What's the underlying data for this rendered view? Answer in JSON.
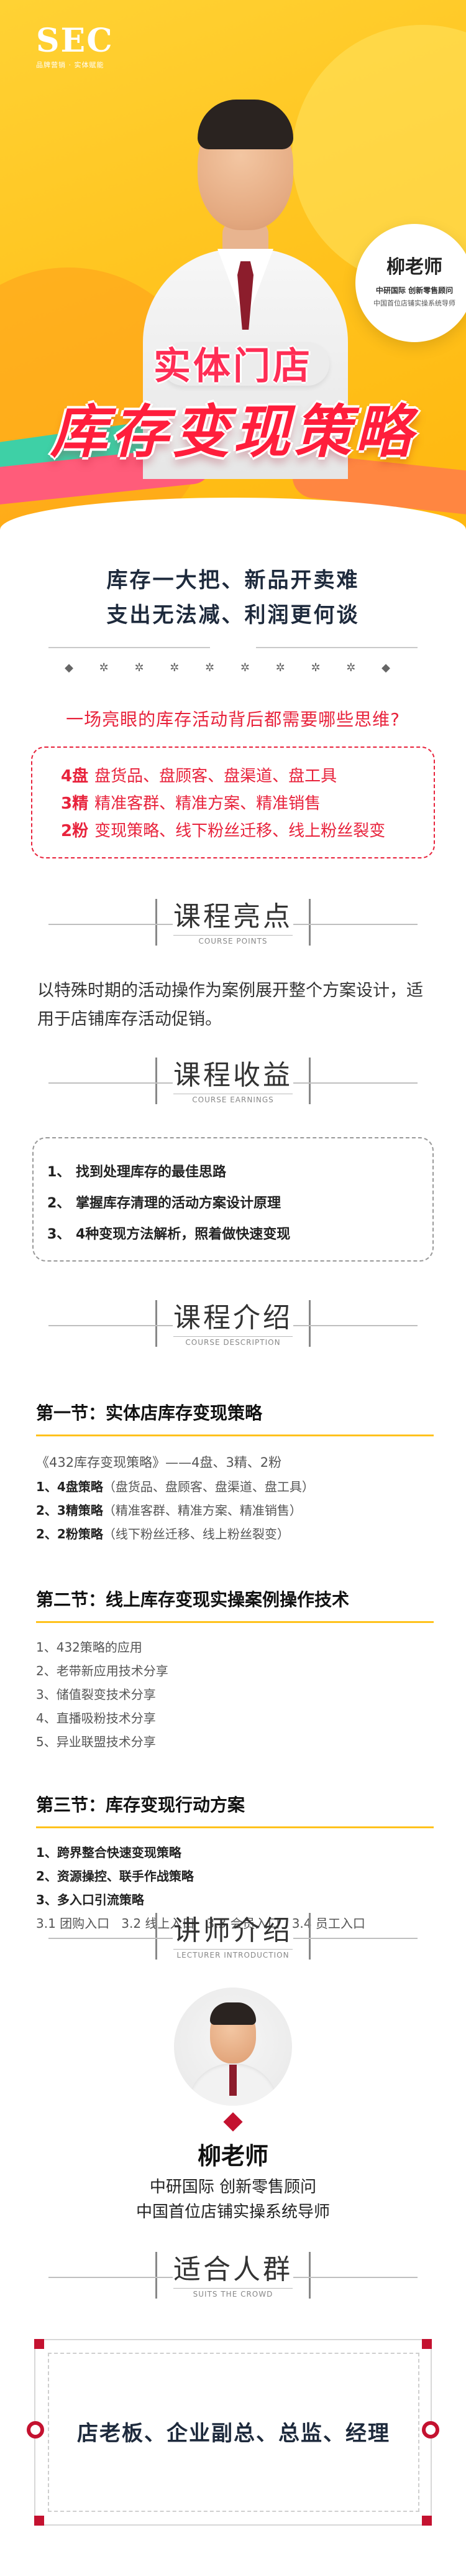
{
  "brand": {
    "logo": "SEC",
    "tagline": "品牌营销 · 实体赋能"
  },
  "hero": {
    "teacher_name": "柳老师",
    "teacher_title": "中研国际 创新零售顾问",
    "teacher_desc": "中国首位店铺实操系统导师",
    "title_line1": "实体门店",
    "title_line2": "库存变现策略"
  },
  "slogan": {
    "line1": "库存一大把、新品开卖难",
    "line2": "支出无法减、利润更何谈",
    "deco": "◆ ✲ ✲ ✲ ✲ ✲ ✲ ✲ ✲ ◆"
  },
  "question": "一场亮眼的库存活动背后都需要哪些思维?",
  "pillars": [
    {
      "key": "4盘",
      "text": "盘货品、盘顾客、盘渠道、盘工具"
    },
    {
      "key": "3精",
      "text": "精准客群、精准方案、精准销售"
    },
    {
      "key": "2粉",
      "text": "变现策略、线下粉丝迁移、线上粉丝裂变"
    }
  ],
  "sections": {
    "highlights": {
      "cn": "课程亮点",
      "en": "COURSE POINTS"
    },
    "earnings": {
      "cn": "课程收益",
      "en": "COURSE EARNINGS"
    },
    "description": {
      "cn": "课程介绍",
      "en": "COURSE DESCRIPTION"
    },
    "lecturer": {
      "cn": "讲师介绍",
      "en": "LECTURER INTRODUCTION"
    },
    "crowd": {
      "cn": "适合人群",
      "en": "SUITS THE CROWD"
    }
  },
  "highlight_text": "以特殊时期的活动操作为案例展开整个方案设计，适用于店铺库存活动促销。",
  "earnings": [
    {
      "no": "1、",
      "text": "找到处理库存的最佳思路"
    },
    {
      "no": "2、",
      "text": "掌握库存清理的活动方案设计原理"
    },
    {
      "no": "3、",
      "text": "4种变现方法解析，照着做快速变现"
    }
  ],
  "course": {
    "s1": {
      "title": "第一节：实体店库存变现策略",
      "sub": "《432库存变现策略》——4盘、3精、2粉",
      "items": [
        {
          "key": "1、4盘策略",
          "text": "（盘货品、盘顾客、盘渠道、盘工具）"
        },
        {
          "key": "2、3精策略",
          "text": "（精准客群、精准方案、精准销售）"
        },
        {
          "key": "2、2粉策略",
          "text": "（线下粉丝迁移、线上粉丝裂变）"
        }
      ]
    },
    "s2": {
      "title": "第二节：线上库存变现实操案例操作技术",
      "items": [
        "1、432策略的应用",
        "2、老带新应用技术分享",
        "3、储值裂变技术分享",
        "4、直播吸粉技术分享",
        "5、异业联盟技术分享"
      ]
    },
    "s3": {
      "title": "第三节：库存变现行动方案",
      "items": [
        "1、跨界整合快速变现策略",
        "2、资源操控、联手作战策略",
        "3、多入口引流策略"
      ],
      "entries": "3.1 团购入口   3.2 线上入口   3.3 会员入口   3.4 员工入口"
    }
  },
  "lecturer": {
    "name": "柳老师",
    "line1": "中研国际 创新零售顾问",
    "line2": "中国首位店铺实操系统导师"
  },
  "crowd": "店老板、企业副总、总监、经理"
}
